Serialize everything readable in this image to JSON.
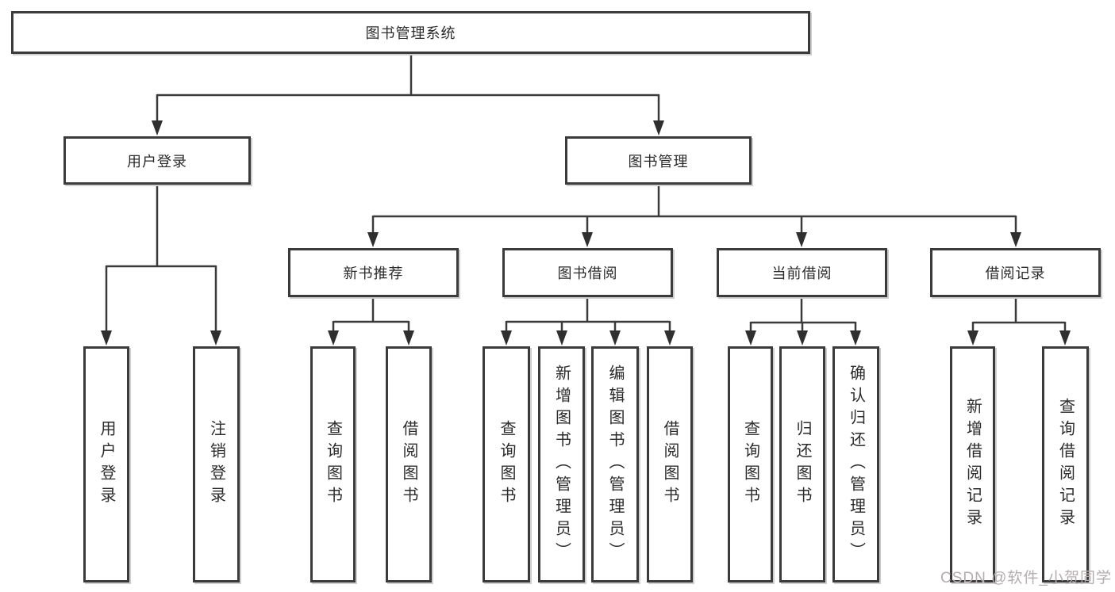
{
  "diagram": {
    "root": {
      "label": "图书管理系统"
    },
    "level2": {
      "user_login": {
        "label": "用户登录"
      },
      "book_mgmt": {
        "label": "图书管理"
      }
    },
    "level3": {
      "new_book_rec": {
        "label": "新书推荐"
      },
      "book_borrow": {
        "label": "图书借阅"
      },
      "current_borrow": {
        "label": "当前借阅"
      },
      "borrow_record": {
        "label": "借阅记录"
      }
    },
    "leaves": {
      "login": {
        "label": "用户登录"
      },
      "logout": {
        "label": "注销登录"
      },
      "rec_query_book": {
        "label": "查询图书"
      },
      "rec_borrow_book": {
        "label": "借阅图书"
      },
      "bor_query_book": {
        "label": "查询图书"
      },
      "bor_add_book_admin": {
        "label": "新增图书（管理员）"
      },
      "bor_edit_book_admin": {
        "label": "编辑图书（管理员）"
      },
      "bor_borrow_book": {
        "label": "借阅图书"
      },
      "cur_query_book": {
        "label": "查询图书"
      },
      "cur_return_book": {
        "label": "归还图书"
      },
      "cur_confirm_return_admin": {
        "label": "确认归还（管理员）"
      },
      "hist_add_record": {
        "label": "新增借阅记录"
      },
      "hist_query_record": {
        "label": "查询借阅记录"
      }
    }
  },
  "watermark": {
    "text": "CSDN @软件_小贺同学"
  },
  "colors": {
    "line": "#3a3a3a",
    "box_border": "#3b3b3b",
    "text": "#2b2b2b",
    "watermark": "#b5acae",
    "background": "#ffffff"
  }
}
